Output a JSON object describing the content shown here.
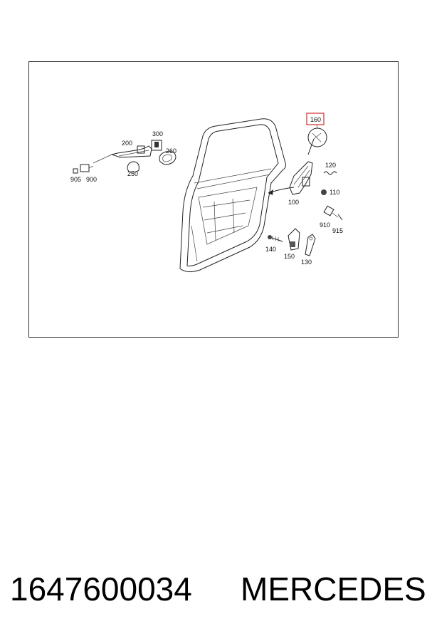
{
  "diagram": {
    "highlight_color": "#d9464b",
    "highlighted_part": "160",
    "callouts": {
      "c905": "905",
      "c900": "900",
      "c200": "200",
      "c250": "250",
      "c300": "300",
      "c260": "260",
      "c160": "160",
      "c120": "120",
      "c110": "110",
      "c100": "100",
      "c910": "910",
      "c915": "915",
      "c140": "140",
      "c150": "150",
      "c130": "130"
    }
  },
  "caption": {
    "part_number": "1647600034",
    "brand": "MERCEDES"
  }
}
